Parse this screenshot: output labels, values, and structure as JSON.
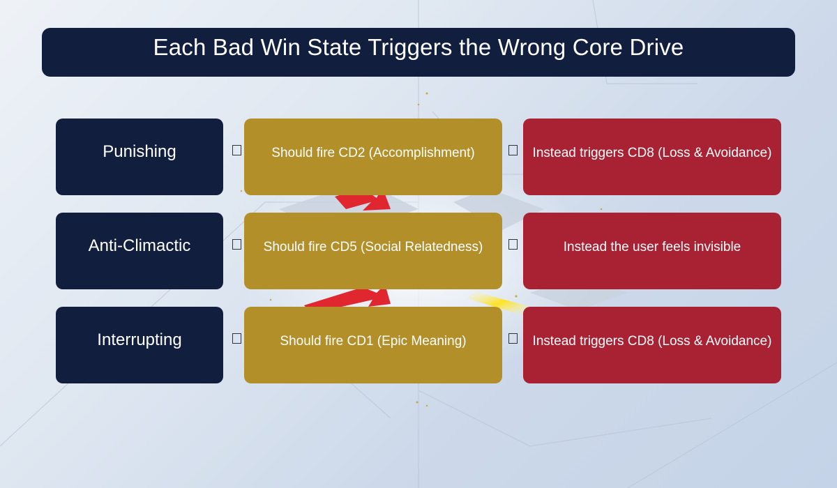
{
  "title": "Each Bad Win State Triggers the Wrong Core Drive",
  "rows": [
    {
      "state": "Punishing",
      "should": "Should fire CD2 (Accomplishment)",
      "instead": "Instead triggers CD8 (Loss & Avoidance)"
    },
    {
      "state": "Anti-Climactic",
      "should": "Should fire CD5 (Social Relatedness)",
      "instead": "Instead the user feels invisible"
    },
    {
      "state": "Interrupting",
      "should": "Should fire CD1 (Epic Meaning)",
      "instead": "Instead triggers CD8 (Loss & Avoidance)"
    }
  ],
  "arrow_icon": "arrow-right-icon",
  "colors": {
    "navy": "#111e3e",
    "gold": "#b38f2a",
    "crimson": "#a82233"
  }
}
